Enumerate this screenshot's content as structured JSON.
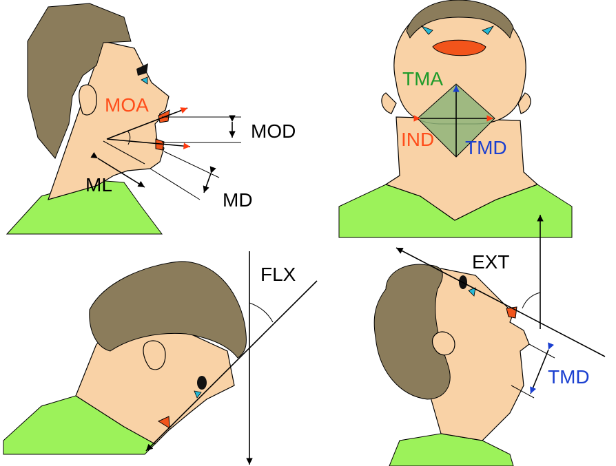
{
  "colors": {
    "skin": "#f9d2a6",
    "hair": "#8b7c5b",
    "shirt": "#9cf25a",
    "lip": "#f2541b",
    "red_label": "#ff4d1a",
    "green_label": "#1e9b2a",
    "blue_label": "#1a3fd0",
    "black_label": "#000000",
    "tma_fill": "#8fb57a"
  },
  "panels": {
    "top_left": {
      "labels": {
        "moa": "MOA",
        "mod": "MOD",
        "ml": "ML",
        "md": "MD"
      }
    },
    "top_right": {
      "labels": {
        "tma": "TMA",
        "ind": "IND",
        "tmd": "TMD"
      }
    },
    "bottom_left": {
      "labels": {
        "flx": "FLX"
      }
    },
    "bottom_right": {
      "labels": {
        "ext": "EXT",
        "tmd": "TMD"
      }
    }
  }
}
